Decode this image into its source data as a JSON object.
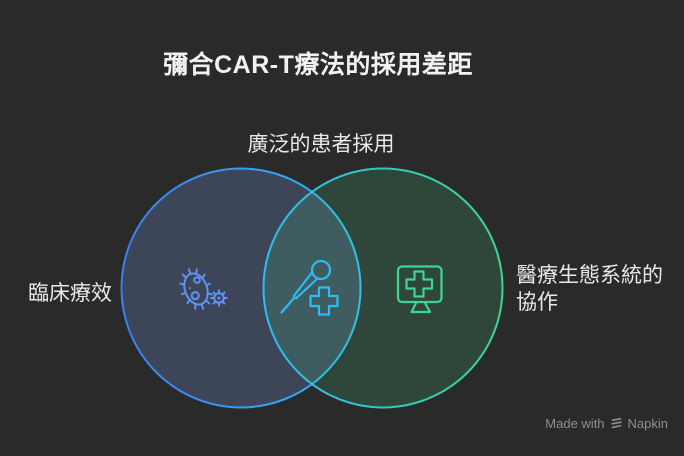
{
  "title": "彌合CAR-T療法的採用差距",
  "venn": {
    "top_label": "廣泛的患者採用",
    "left_label": "臨床療效",
    "right_label": "醫療生態系統的\n協作",
    "icons": {
      "left": "bacteria-germ",
      "center": "syringe-with-medical-cross",
      "right": "monitor-with-medical-cross"
    }
  },
  "watermark": {
    "prefix": "Made with",
    "brand": "Napkin"
  },
  "colors": {
    "background": "#2a2a2a",
    "blue": "#3e7df2",
    "cyan": "#2bbdf5",
    "green": "#3ed68f",
    "icon_blue": "#6093f5",
    "left_fill": "#6e8cd2",
    "right_fill": "#4ade8c",
    "title_text": "#f2f2f2",
    "label_text": "#e9e9e9",
    "watermark_text": "#8f8f8f"
  }
}
